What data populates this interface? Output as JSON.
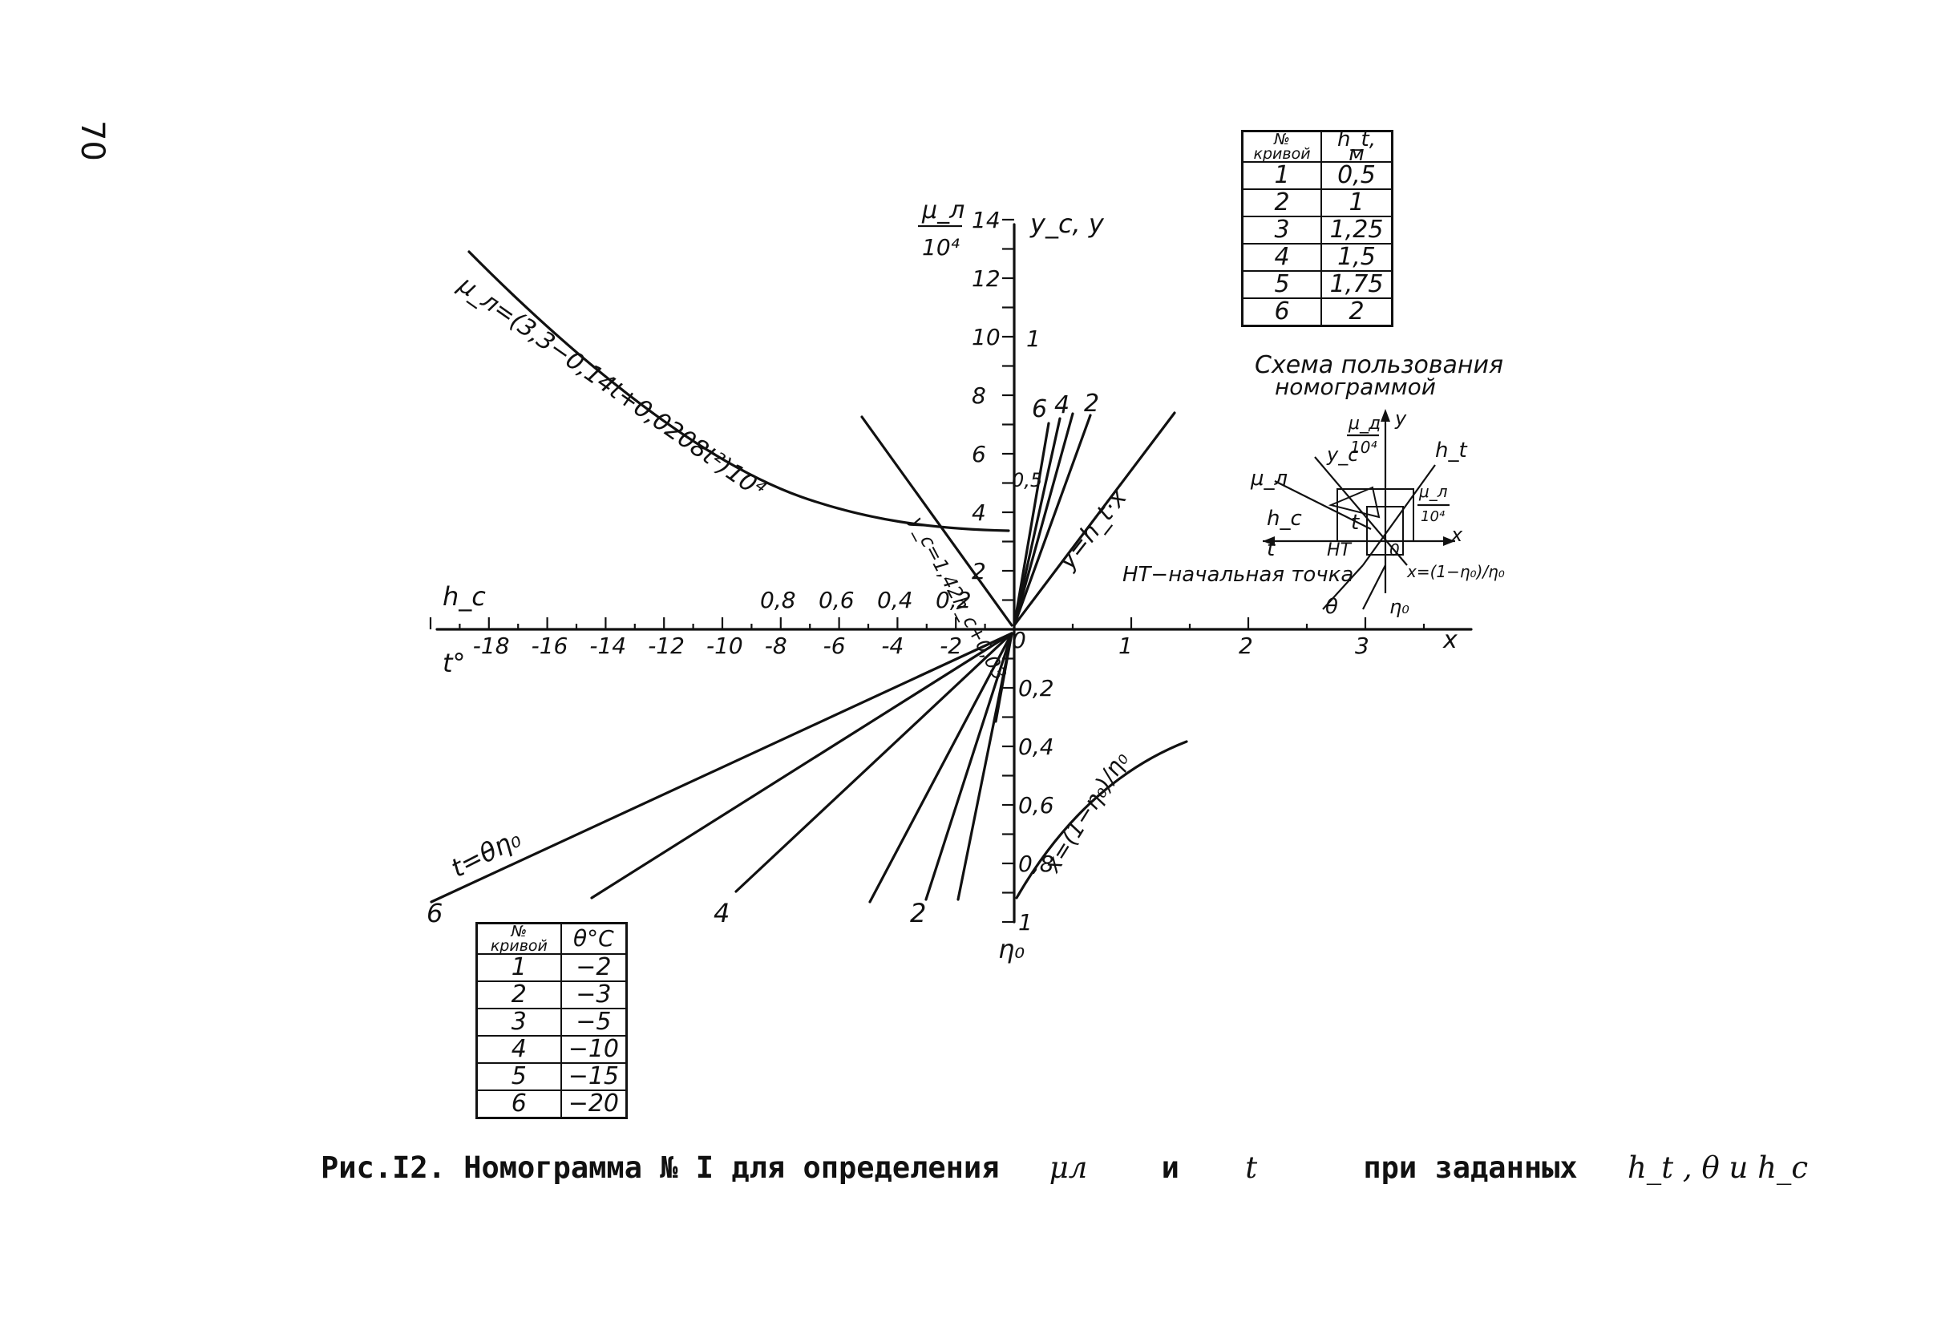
{
  "page_number": "70",
  "axes": {
    "x_axis_name": "x",
    "x_ticks": [
      "1",
      "2",
      "3"
    ],
    "origin": "0",
    "left_scale_t": [
      "-18",
      "-16",
      "-14",
      "-12",
      "-10",
      "-8",
      "-6",
      "-4",
      "-2"
    ],
    "left_scale_t_name": "t°",
    "left_scale_hc": [
      "0,8",
      "0,6",
      "0,4",
      "0,2"
    ],
    "left_scale_hc_name": "h_c",
    "y_axis_name": "y_c, y",
    "mu_scale": [
      "14",
      "12",
      "10",
      "8",
      "6",
      "4",
      "2"
    ],
    "mu_label_num": "μ_л",
    "mu_label_den": "10⁴",
    "y_scale": [
      "1",
      "0,5"
    ],
    "eta_scale": [
      "0,2",
      "0,4",
      "0,6",
      "0,8",
      "1"
    ],
    "eta_name": "η₀"
  },
  "formulas": {
    "mu": "μ_л=(3,3−0,14t+0,0208t²)10⁴",
    "yc": "y_c=1,42h_c+0,03",
    "y": "y=h_t·x",
    "t": "t=θη₀",
    "x": "x=(1−η₀)/η₀"
  },
  "curve_labels_upper": [
    "6",
    "4",
    "2"
  ],
  "curve_labels_lower": [
    "6",
    "4",
    "2"
  ],
  "table_ht": {
    "col1": "№ кривой",
    "col2": "h_t, м",
    "rows": [
      [
        "1",
        "0,5"
      ],
      [
        "2",
        "1"
      ],
      [
        "3",
        "1,25"
      ],
      [
        "4",
        "1,5"
      ],
      [
        "5",
        "1,75"
      ],
      [
        "6",
        "2"
      ]
    ]
  },
  "table_theta": {
    "col1": "№ кривой",
    "col2": "θ°C",
    "rows": [
      [
        "1",
        "−2"
      ],
      [
        "2",
        "−3"
      ],
      [
        "3",
        "−5"
      ],
      [
        "4",
        "−10"
      ],
      [
        "5",
        "−15"
      ],
      [
        "6",
        "−20"
      ]
    ]
  },
  "scheme": {
    "title1": "Схема пользования",
    "title2": "номограммой",
    "labels": {
      "mu_num": "μ_д",
      "mu_den": "10⁴",
      "y": "y",
      "yc": "y_c",
      "ht": "h_t",
      "mu_l": "μ_л",
      "mu_right_num": "μ_л",
      "mu_right_den": "10⁴",
      "hc": "h_c",
      "t_left": "t",
      "t_box": "t",
      "x": "x",
      "ht_mark": "HT",
      "zero": "0",
      "theta": "θ",
      "eta": "η₀",
      "x_formula": "x=(1−η₀)/η₀"
    },
    "note": "HT−начальная точка"
  },
  "caption": {
    "prefix": "Рис.I2. Номограмма № I для определения",
    "mu": "μл",
    "and": "и",
    "t": "t",
    "given": "при заданных",
    "params": "h_t , θ и h_c"
  }
}
